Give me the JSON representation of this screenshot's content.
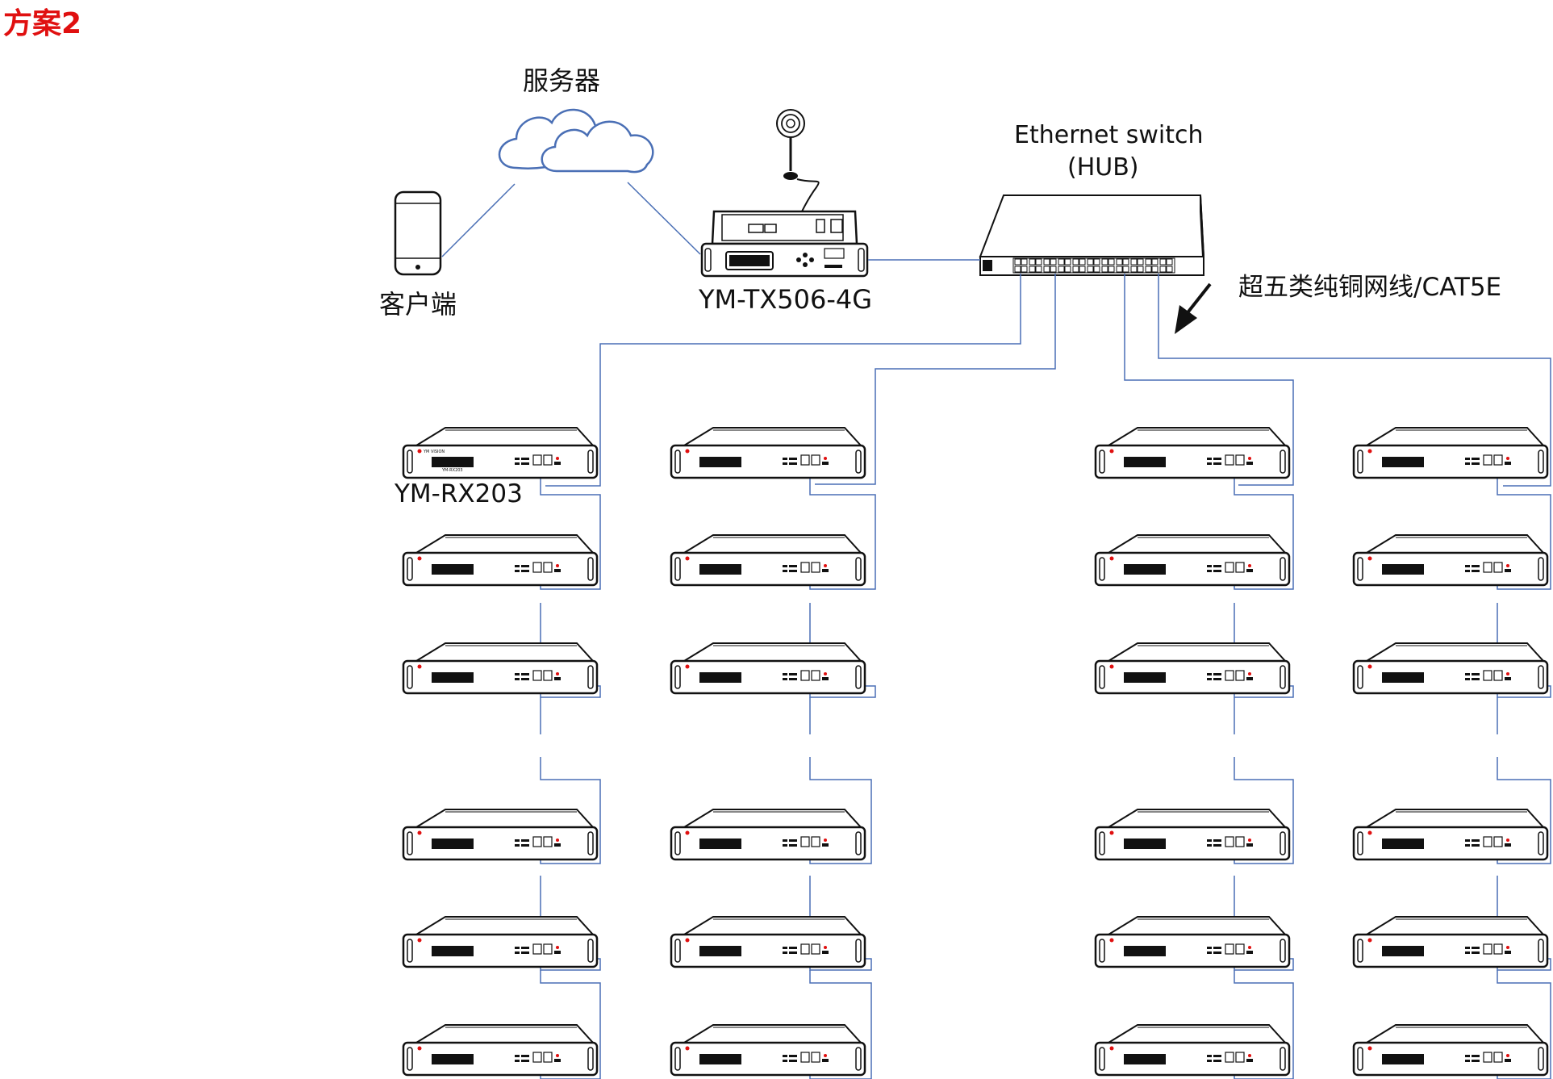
{
  "title": "方案2",
  "labels": {
    "server": "服务器",
    "client": "客户端",
    "transmitter": "YM-TX506-4G",
    "switch_line1": "Ethernet switch",
    "switch_line2": "(HUB)",
    "cable": "超五类纯铜网线/CAT5E",
    "receiver": "YM-RX203"
  },
  "receiver_brand": "YM VISION",
  "receiver_model_tag": "YM-RX203",
  "colors": {
    "title": "#e01010",
    "link": "#4a6fb5",
    "device_stroke": "#111111"
  },
  "icons": [
    "cloud-icon",
    "phone-icon",
    "antenna-icon",
    "transmitter-device-icon",
    "switch-device-icon",
    "arrow-icon",
    "receiver-device-icon"
  ]
}
